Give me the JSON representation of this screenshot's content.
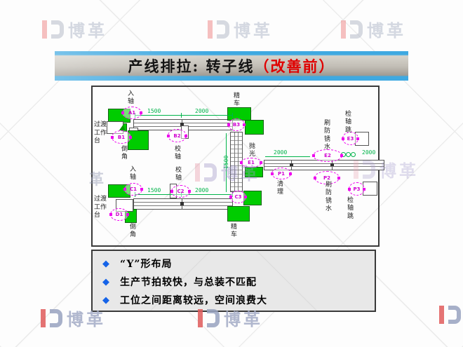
{
  "watermark": {
    "brand": "博革",
    "brand_partial": "革"
  },
  "title": {
    "main": "产线排拉: 转子线",
    "highlight": "（改善前）"
  },
  "diagram": {
    "stations": {
      "inlet": "入轴",
      "transfer_bench": "过渡工作台",
      "chamfer": "倒角",
      "straighten": "校轴",
      "finish_turn": "精车",
      "polish": "抛光",
      "wash": "清理",
      "rust_water": "刷防锈水",
      "runout_check": "检轴跳"
    },
    "markers": {
      "a1": "A1",
      "b1": "B1",
      "b2": "B2",
      "b3": "B3",
      "e1": "E1",
      "e2": "E2",
      "e3": "E3",
      "p1": "P1",
      "p2": "P2",
      "p3": "P3",
      "c1": "C1",
      "c2": "C2",
      "c3": "C3",
      "d1": "D1"
    },
    "dims": {
      "d1500": "1500",
      "d2000": "2000"
    }
  },
  "notes": {
    "bullet_icon": "◆",
    "items": [
      "“Y”形布局",
      "生产节拍较快，与总装不匹配",
      "工位之间距离较远，空间浪费大"
    ]
  },
  "colors": {
    "machine_green": "#00cc00",
    "marker_magenta": "#ee00ee",
    "dim_green": "#00b44a",
    "title_red": "#e00000",
    "bullet_blue": "#1563e8"
  }
}
